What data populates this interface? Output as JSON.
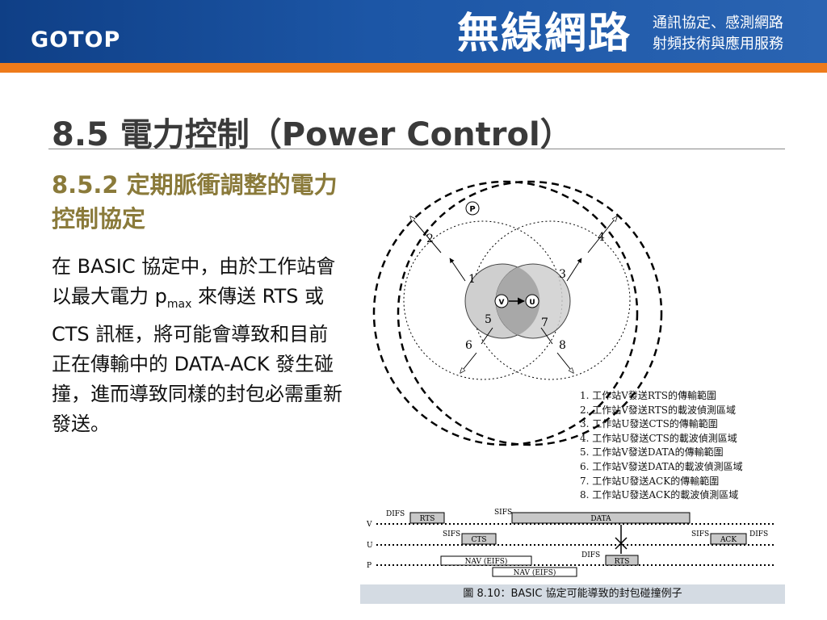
{
  "header": {
    "logo": "GOTOP",
    "brand": "無線網路",
    "tagline_1": "通訊協定、感測網路",
    "tagline_2": "射頻技術與應用服務"
  },
  "slide": {
    "title": "8.5  電力控制（Power Control）",
    "subtitle": "8.5.2  定期脈衝調整的電力控制協定",
    "body_part1": "在 BASIC 協定中，由於工作站會以最大電力 p",
    "body_sub": "max",
    "body_part2": " 來傳送 RTS 或 CTS 訊框，將可能會導致和目前正在傳輸中的  DATA-ACK 發生碰撞，進而導致同樣的封包必需重新發送。"
  },
  "figure": {
    "nodes": {
      "p": "P",
      "v": "V",
      "u": "U"
    },
    "numbers": [
      "1",
      "2",
      "3",
      "4",
      "5",
      "6",
      "7",
      "8"
    ],
    "legend": [
      "1. 工作站V發送RTS的傳輸範圍",
      "2. 工作站V發送RTS的載波偵測區域",
      "3. 工作站U發送CTS的傳輸範圍",
      "4. 工作站U發送CTS的載波偵測區域",
      "5. 工作站V發送DATA的傳輸範圍",
      "6. 工作站V發送DATA的載波偵測區域",
      "7. 工作站U發送ACK的傳輸範圍",
      "8. 工作站U發送ACK的載波偵測區域"
    ],
    "timeline": {
      "rows": [
        "V",
        "U",
        "P"
      ],
      "difs": "DIFS",
      "sifs": "SIFS",
      "rts": "RTS",
      "cts": "CTS",
      "data": "DATA",
      "ack": "ACK",
      "nav": "NAV (EIFS)"
    },
    "caption": "圖 8.10：BASIC 協定可能導致的封包碰撞例子"
  }
}
